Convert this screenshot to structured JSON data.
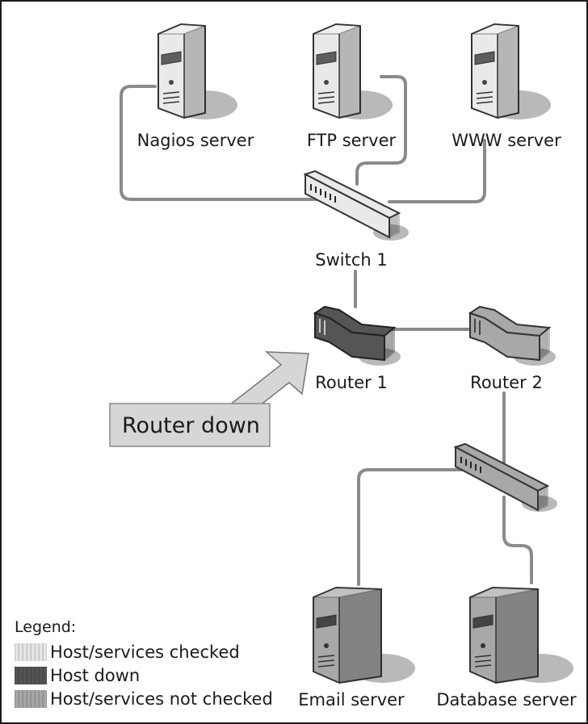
{
  "nodes": {
    "nagios": {
      "label": "Nagios server",
      "status": "checked"
    },
    "ftp": {
      "label": "FTP server",
      "status": "checked"
    },
    "www": {
      "label": "WWW server",
      "status": "checked"
    },
    "switch1": {
      "label": "Switch 1",
      "status": "checked"
    },
    "router1": {
      "label": "Router 1",
      "status": "down"
    },
    "router2": {
      "label": "Router 2",
      "status": "not-checked"
    },
    "switch2": {
      "label": "",
      "status": "not-checked"
    },
    "email": {
      "label": "Email server",
      "status": "not-checked"
    },
    "database": {
      "label": "Database server",
      "status": "not-checked"
    }
  },
  "callout": {
    "text": "Router down",
    "points_to": "router1"
  },
  "legend": {
    "title": "Legend:",
    "items": [
      {
        "label": "Host/services checked",
        "status": "checked"
      },
      {
        "label": "Host down",
        "status": "down"
      },
      {
        "label": "Host/services not checked",
        "status": "not-checked"
      }
    ]
  },
  "colors": {
    "checked": "#e9e9e9",
    "down": "#555555",
    "not-checked": "#a8a8a8",
    "cable": "#8a8a8a",
    "shadow": "#b9b9b9",
    "callout": "#d6d6d6",
    "border": "#1c1c1c"
  }
}
